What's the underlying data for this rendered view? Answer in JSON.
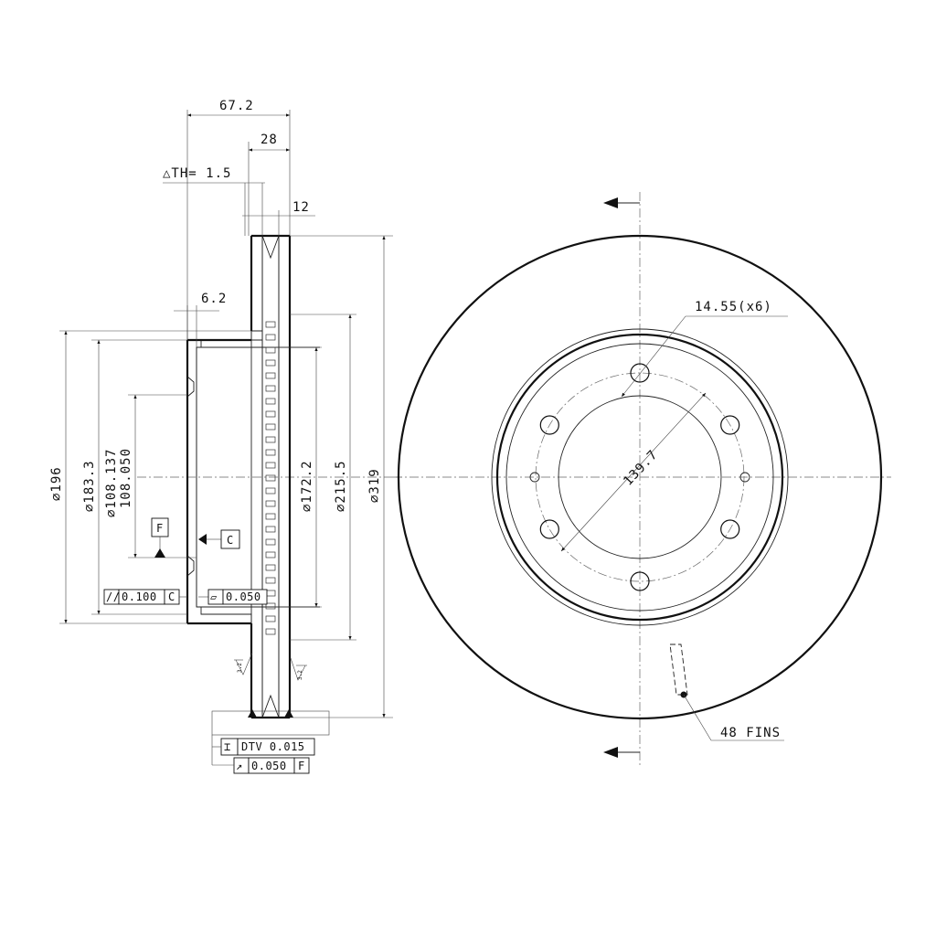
{
  "dimensions": {
    "overall_width": "67.2",
    "hub_width": "28",
    "thickness_tolerance": "△TH= 1.5",
    "disc_thickness": "12",
    "hat_wall": "6.2",
    "dia_196": "⌀196",
    "dia_183_3": "⌀183.3",
    "dia_108_137": "⌀108.137",
    "dia_108_050": "108.050",
    "dia_172_2": "⌀172.2",
    "dia_215_5": "⌀215.5",
    "dia_319": "⌀319",
    "bolt_holes": "14.55(x6)",
    "pcd": "139.7",
    "fins": "48 FINS",
    "roughness_left": "3.2",
    "roughness_right": "3.2"
  },
  "datums": {
    "f": "F",
    "c": "C"
  },
  "tolerance_frames": {
    "parallelism": {
      "symbol": "//",
      "value": "0.100",
      "datum": "C"
    },
    "flatness": {
      "symbol": "▱",
      "value": "0.050"
    },
    "dtv": {
      "symbol": "⌶",
      "value": "DTV 0.015"
    },
    "runout": {
      "symbol": "↗",
      "value": "0.050",
      "datum": "F"
    }
  }
}
